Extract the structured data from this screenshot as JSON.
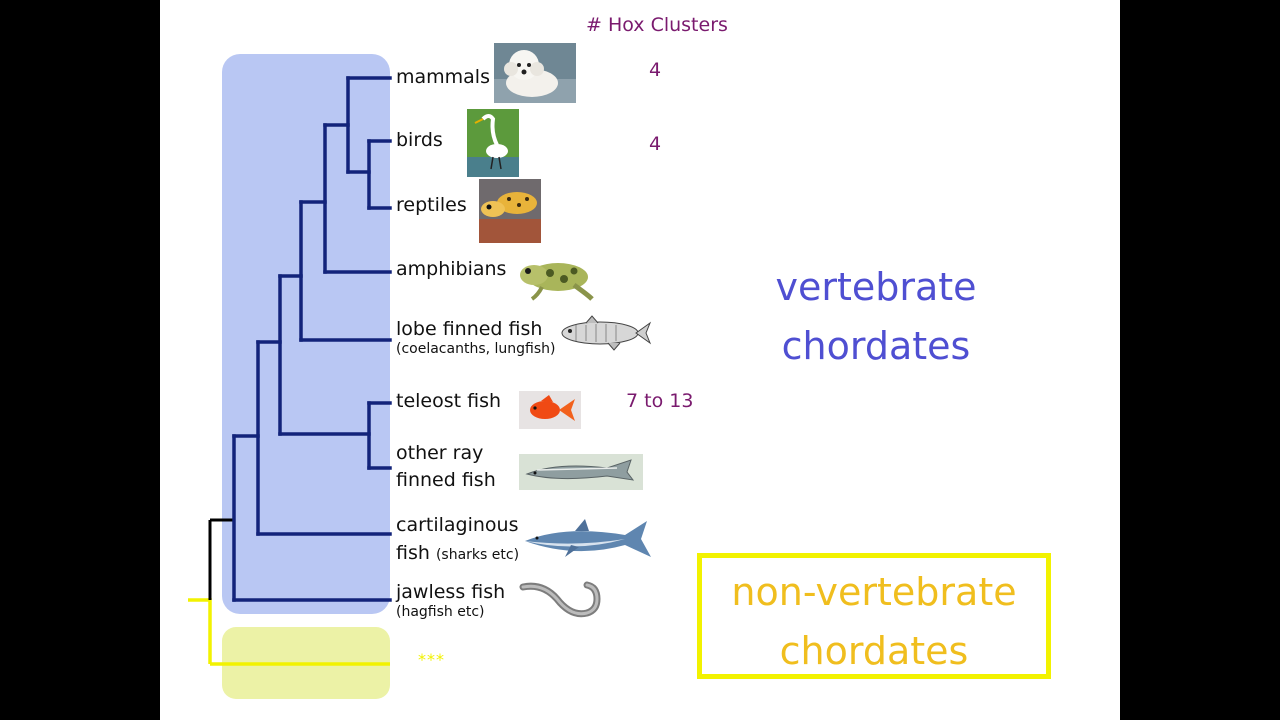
{
  "header": {
    "hox_title": "# Hox Clusters"
  },
  "taxa": [
    {
      "id": "mammals",
      "label": "mammals",
      "image": "dog-photo"
    },
    {
      "id": "birds",
      "label": "birds",
      "image": "egret-photo"
    },
    {
      "id": "reptiles",
      "label": "reptiles",
      "image": "gecko-photo"
    },
    {
      "id": "amphibians",
      "label": "amphibians",
      "image": "frog-illustration"
    },
    {
      "id": "lobe",
      "label": "lobe finned fish",
      "note": "(coelacanths, lungfish)",
      "image": "coelacanth-illustration"
    },
    {
      "id": "teleost",
      "label": "teleost fish",
      "image": "goldfish-illustration"
    },
    {
      "id": "rayfinned",
      "label_line1": "other ray",
      "label_line2": "finned fish",
      "image": "sturgeon-illustration"
    },
    {
      "id": "cartilaginous",
      "label_line1": "cartilaginous",
      "label_line2": "fish",
      "note": "(sharks etc)",
      "image": "shark-illustration"
    },
    {
      "id": "jawless",
      "label": "jawless fish",
      "note": "(hagfish etc)",
      "image": "hagfish-illustration"
    }
  ],
  "hox_counts": {
    "mammals": "4",
    "birds": "4",
    "teleost": "7 to 13"
  },
  "groups": {
    "vertebrate_line1": "vertebrate",
    "vertebrate_line2": "chordates",
    "nonvert_line1": "non-vertebrate",
    "nonvert_line2": "chordates",
    "nonvert_placeholder": "***"
  },
  "colors": {
    "tree_line": "#12237a",
    "root_line": "#000000",
    "vertebrate_bg": "#b9c7f3",
    "vertebrate_text": "#4f4fd2",
    "nonvert_bg": "#ecf2a6",
    "nonvert_line": "#f2f200",
    "nonvert_text": "#f0be1e",
    "hox_text": "#7a1a6e"
  }
}
